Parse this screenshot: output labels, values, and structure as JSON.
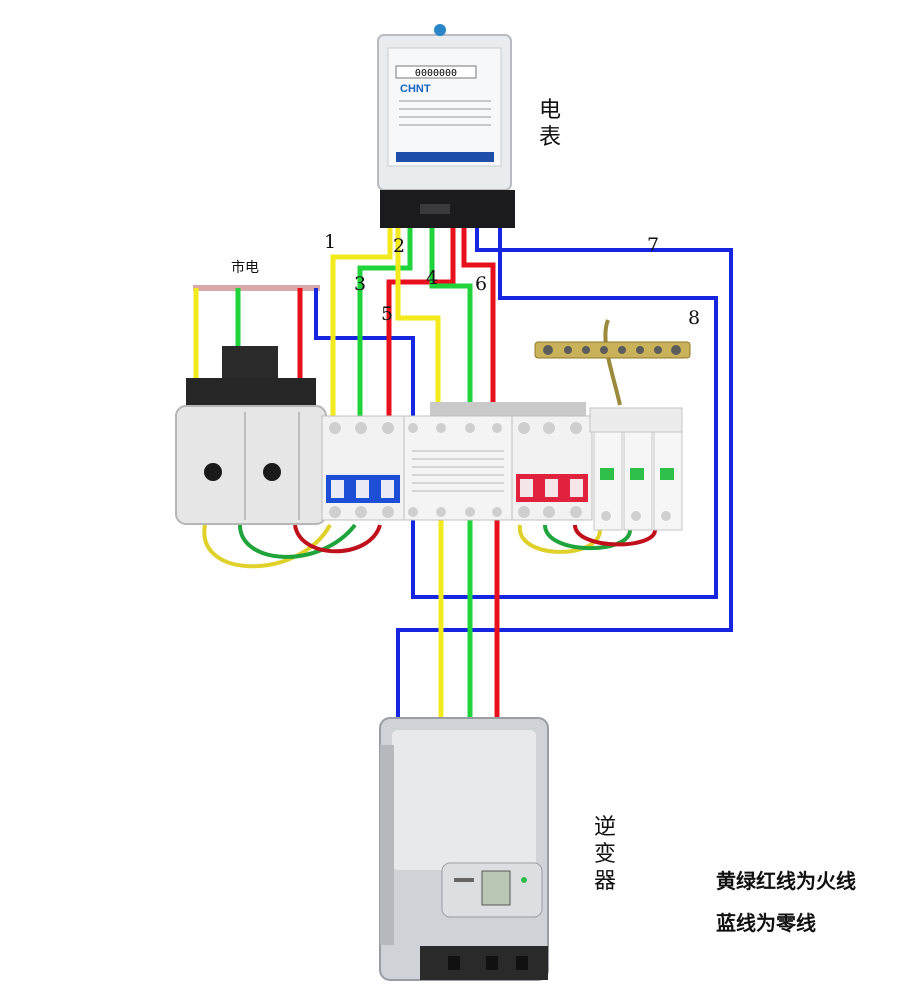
{
  "labels": {
    "meter": "电表",
    "grid": "市电",
    "inverter": "逆变器",
    "legend_live": "黄绿红线为火线",
    "legend_neutral": "蓝线为零线"
  },
  "wire_numbers": [
    "1",
    "2",
    "3",
    "4",
    "5",
    "6",
    "7",
    "8"
  ],
  "meter": {
    "brand": "CHNT",
    "reading": "0000000"
  },
  "wire_colors": {
    "yellow": "#f2ea1c",
    "green": "#1fd33b",
    "red": "#e8101c",
    "blue": "#1525e0",
    "pink": "#d8a9a9"
  }
}
